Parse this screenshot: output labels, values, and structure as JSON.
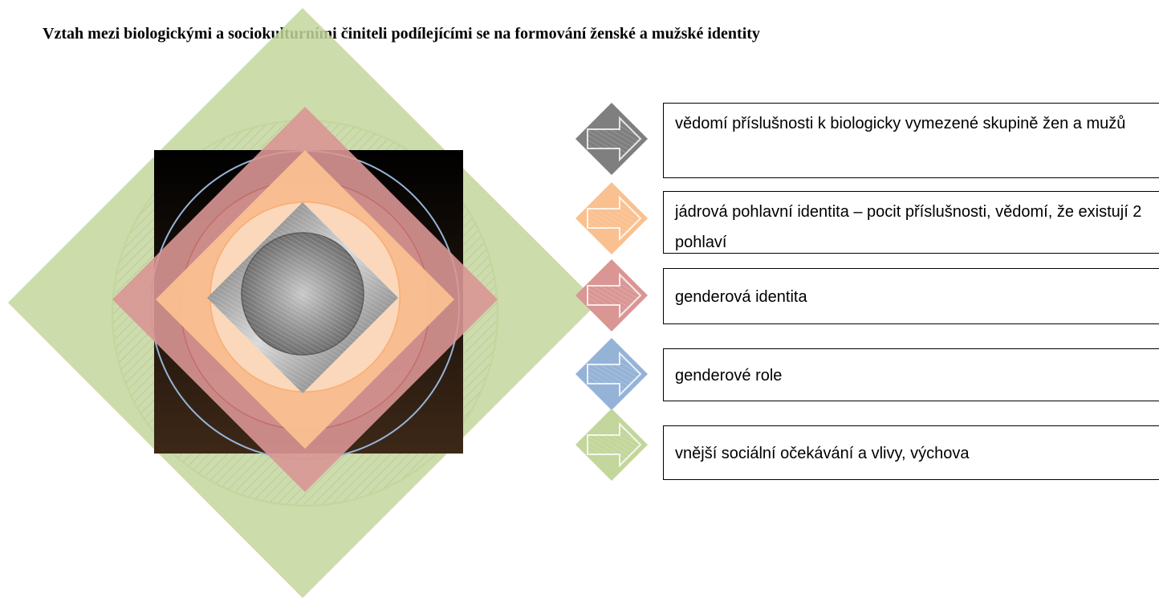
{
  "title": "Vztah mezi biologickými a sociokulturními činiteli podílejícími se na formování ženské a mužské identity",
  "levels": [
    {
      "label": "vědomí příslušnosti k biologicky vymezené skupině žen a mužů",
      "color": "#7f7f7f"
    },
    {
      "label": "jádrová pohlavní identita – pocit příslušnosti, vědomí, že existují 2 pohlaví",
      "color": "#fac090"
    },
    {
      "label": "genderová identita",
      "color": "#d99694"
    },
    {
      "label": "genderové role",
      "color": "#95b3d7"
    },
    {
      "label": "vnější sociální očekávání a vlivy, výchova",
      "color": "#c3d69b"
    }
  ]
}
